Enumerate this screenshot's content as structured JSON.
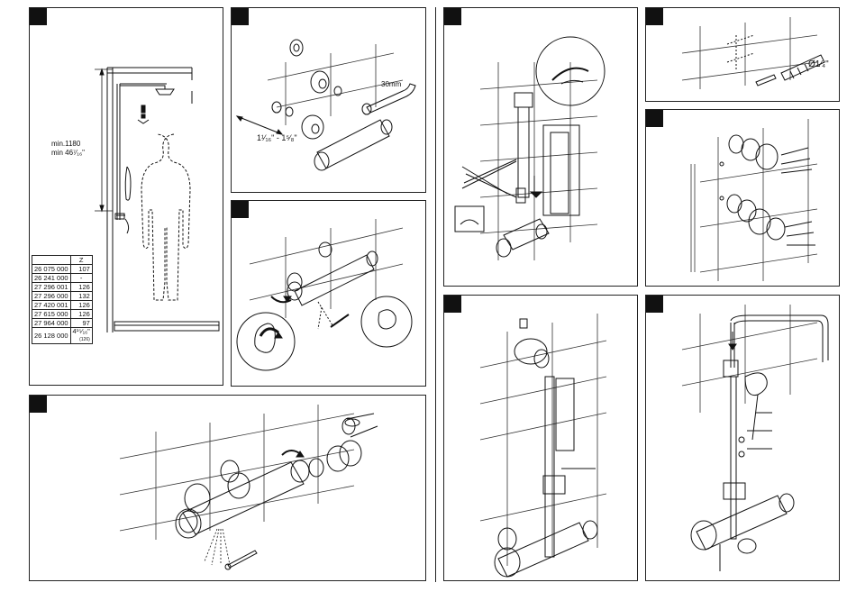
{
  "panel1": {
    "height_label_1": "min.1180",
    "height_label_2": "min 46⁷⁄₁₆\"",
    "table_header": "Z",
    "rows": [
      {
        "code": "26 075 000",
        "z": "107"
      },
      {
        "code": "26 241 000",
        "z": "-"
      },
      {
        "code": "27 296 001",
        "z": "126"
      },
      {
        "code": "27 296 000",
        "z": "132"
      },
      {
        "code": "27 420 001",
        "z": "126"
      },
      {
        "code": "27 615 000",
        "z": "126"
      },
      {
        "code": "27 964 000",
        "z": "97"
      }
    ],
    "last_row_code": "26 128 000",
    "last_row_z": "4¹⁵⁄₁₆\"",
    "last_row_z_sub": "(126)"
  },
  "panel2": {
    "dimension_label": "1¹⁄₁₆\" - 1⁵⁄₈\"",
    "wrench_label": "30mm"
  },
  "panel_drill": {
    "drill_label": "Ø1⁄₄\""
  },
  "colors": {
    "ink": "#111111",
    "paper": "#ffffff",
    "grid": "#333333"
  }
}
